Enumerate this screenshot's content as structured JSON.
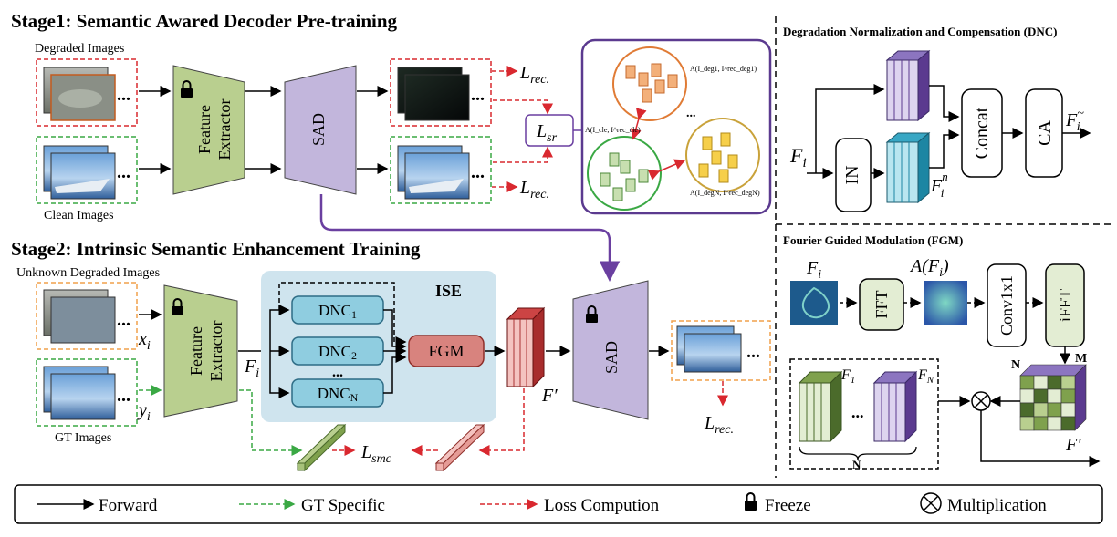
{
  "stage1": {
    "title": "Stage1: Semantic Awared Decoder Pre-training",
    "degraded_label": "Degraded Images",
    "clean_label": "Clean Images",
    "extractor": "Feature Extractor",
    "sad": "SAD",
    "loss_rec_top": "L",
    "loss_rec_top_sub": "rec.",
    "loss_sr": "L",
    "loss_sr_sub": "sr",
    "loss_rec_bottom": "L",
    "loss_rec_bottom_sub": "rec.",
    "cluster_deg1": "A(I",
    "cluster_deg1_full": "A(I_deg1, I^rec_deg1)",
    "cluster_cle_full": "A(I_cle, I^rec_cle)",
    "cluster_degN_full": "A(I_degN, I^rec_degN)",
    "dots": "..."
  },
  "stage2": {
    "title": "Stage2: Intrinsic Semantic Enhancement Training",
    "unknown_label": "Unknown Degraded Images",
    "gt_label": "GT Images",
    "x_label": "x",
    "x_sub": "i",
    "y_label": "y",
    "y_sub": "i",
    "extractor": "Feature Extractor",
    "fi_label": "F",
    "fi_sub": "i",
    "ise": "ISE",
    "dnc1": "DNC",
    "dnc1_sub": "1",
    "dnc2": "DNC",
    "dnc2_sub": "2",
    "dnc_dots": "...",
    "dncn": "DNC",
    "dncn_sub": "N",
    "fgm": "FGM",
    "fprime": "F′",
    "sad": "SAD",
    "loss_smc": "L",
    "loss_smc_sub": "smc",
    "loss_rec": "L",
    "loss_rec_sub": "rec."
  },
  "dnc_panel": {
    "title": "Degradation Normalization and Compensation (DNC)",
    "fi": "F",
    "fi_sub": "i",
    "in": "IN",
    "concat": "Concat",
    "ca": "CA",
    "out": "F",
    "out_sub": "i",
    "out_sup": "~",
    "fin": "F",
    "fin_sub": "i",
    "fin_sup": "n"
  },
  "fgm_panel": {
    "title": "Fourier Guided Modulation (FGM)",
    "fi": "F",
    "fi_sub": "i",
    "afi": "A(F",
    "afi_sub": "i",
    "fft": "FFT",
    "conv": "Conv1x1",
    "ifft": "iFFT",
    "n_label": "N",
    "m_label": "M",
    "f1": "F",
    "f1_sub": "1",
    "fn": "F",
    "fn_sub": "N",
    "dots": "...",
    "n_brace": "N",
    "fprime": "F′"
  },
  "legend": {
    "forward": "Forward",
    "gt": "GT Specific",
    "loss": "Loss Compution",
    "freeze": "Freeze",
    "mult": "Multiplication"
  },
  "colors": {
    "green_fill": "#b9cf8f",
    "purple_fill": "#c2b6dc",
    "blue_fill": "#8fcde0",
    "red_fill": "#d8837e",
    "ise_bg": "#cfe4ee",
    "loss_red": "#d9282f",
    "gt_green": "#3aa844",
    "arrow_purple": "#6a3fa0"
  }
}
